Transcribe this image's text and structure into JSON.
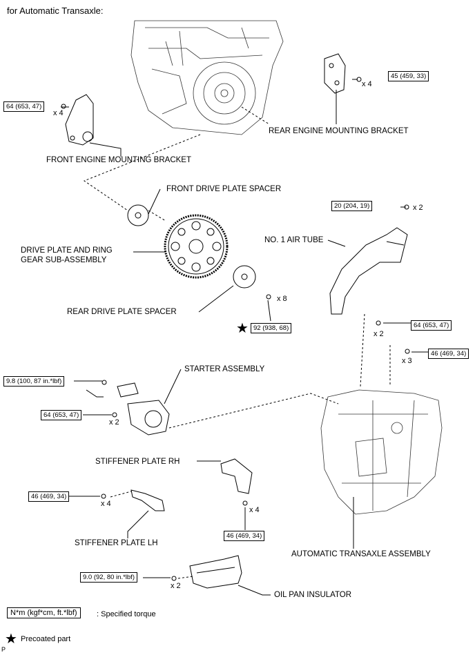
{
  "title": "for Automatic Transaxle:",
  "parts": {
    "front_mount_bracket": "FRONT ENGINE MOUNTING BRACKET",
    "rear_mount_bracket": "REAR ENGINE MOUNTING BRACKET",
    "front_spacer": "FRONT DRIVE PLATE SPACER",
    "drive_plate_1": "DRIVE PLATE AND RING",
    "drive_plate_2": "GEAR SUB-ASSEMBLY",
    "air_tube": "NO. 1 AIR TUBE",
    "rear_spacer": "REAR DRIVE PLATE SPACER",
    "starter": "STARTER ASSEMBLY",
    "stiffener_rh": "STIFFENER PLATE RH",
    "stiffener_lh": "STIFFENER PLATE LH",
    "transaxle": "AUTOMATIC TRANSAXLE ASSEMBLY",
    "oil_pan": "OIL PAN INSULATOR"
  },
  "torques": {
    "t1": "64 (653, 47)",
    "t2": "45 (459, 33)",
    "t3": "20 (204, 19)",
    "t4": "92 (938, 68)",
    "t5": "64 (653, 47)",
    "t6": "46 (469, 34)",
    "t7": "9.8 (100, 87 in.*lbf)",
    "t8": "64 (653, 47)",
    "t9": "46 (469, 34)",
    "t10": "46 (469, 34)",
    "t11": "9.0 (92, 80 in.*lbf)"
  },
  "quantities": {
    "q1": "x 4",
    "q2": "x 4",
    "q3": "x 2",
    "q4": "x 8",
    "q5": "x 2",
    "q6": "x 3",
    "q7": "x 2",
    "q8": "x 4",
    "q9": "x 4",
    "q10": "x 2"
  },
  "legend": {
    "unit": "N*m (kgf*cm, ft.*lbf)",
    "unit_desc": ": Specified torque",
    "precoated": "Precoated part"
  },
  "corner_letter": "P"
}
